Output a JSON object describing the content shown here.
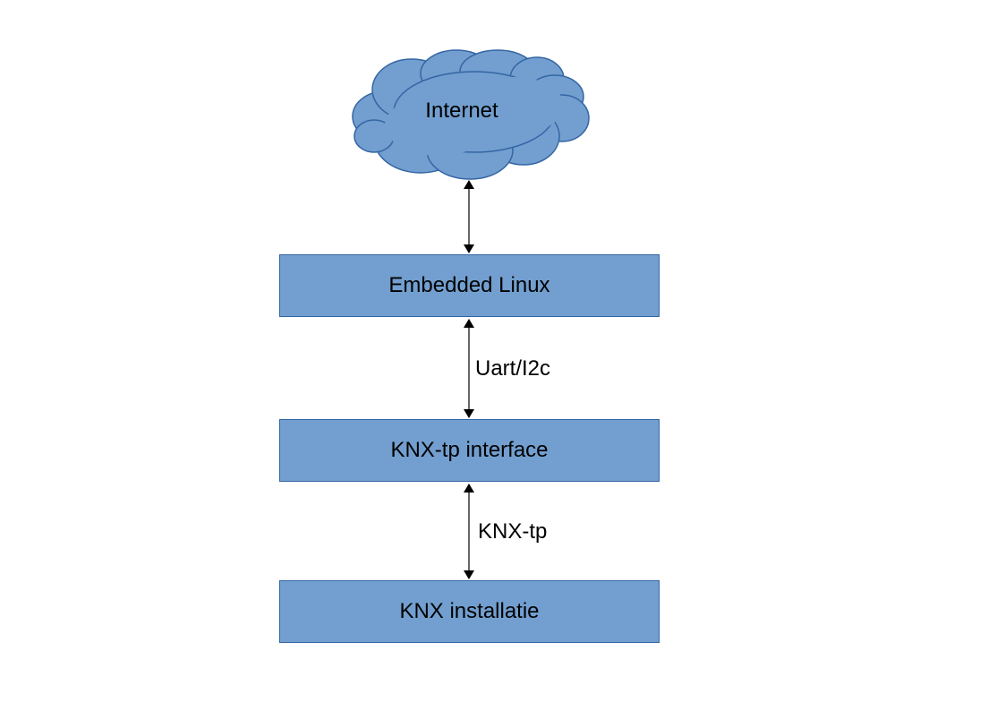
{
  "colors": {
    "fill": "#729fcf",
    "stroke": "#3465a4",
    "connector": "#000000"
  },
  "cloud": {
    "label": "Internet"
  },
  "blocks": {
    "embedded_linux": "Embedded Linux",
    "knx_interface": "KNX-tp interface",
    "knx_installatie": "KNX installatie"
  },
  "connectors": {
    "uart_i2c": "Uart/I2c",
    "knx_tp": "KNX-tp"
  }
}
